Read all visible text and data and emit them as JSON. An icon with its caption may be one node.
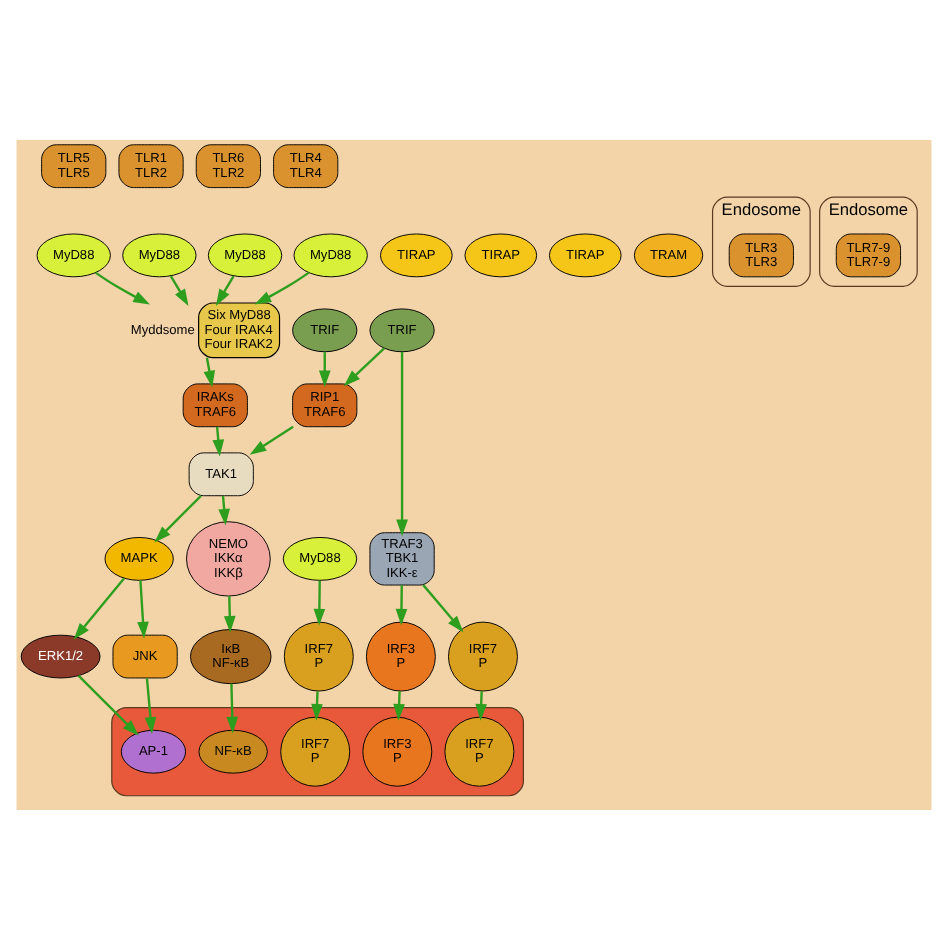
{
  "diagram": {
    "nodes": [
      {
        "text": [
          "TLR5",
          "TLR5"
        ]
      },
      {
        "text": [
          "MyD88"
        ]
      },
      {
        "text": [
          "TLR1",
          "TLR2"
        ]
      },
      {
        "text": [
          "TIRAP"
        ]
      },
      {
        "text": [
          "MyD88"
        ]
      },
      {
        "text": [
          "TLR6",
          "TLR2"
        ]
      },
      {
        "text": [
          "TIRAP"
        ]
      },
      {
        "text": [
          "MyD88"
        ]
      },
      {
        "text": [
          "TIRAP"
        ]
      },
      {
        "text": [
          "TLR4",
          "TLR4"
        ]
      },
      {
        "text": [
          "TRAM"
        ]
      },
      {
        "text": [
          "MyD88"
        ]
      },
      {
        "text": [
          "TRIF"
        ]
      },
      {
        "text": [
          "Six MyD88",
          "Four IRAK4",
          "Four IRAK2"
        ],
        "beside": [
          "Myddsome"
        ]
      },
      {
        "text": [
          "Endosome"
        ]
      },
      {
        "text": [
          "TLR3",
          "TLR3"
        ],
        "in": 14
      },
      {
        "text": [
          "TRIF"
        ]
      },
      {
        "text": [
          "RIP1",
          "TRAF6"
        ]
      },
      {
        "text": [
          "IRAKs",
          "TRAF6"
        ]
      },
      {
        "text": [
          "TAK1"
        ]
      },
      {
        "text": [
          "Endosome"
        ]
      },
      {
        "text": [
          "TLR7-9",
          "TLR7-9"
        ],
        "in": 20
      },
      {
        "text": [
          "MyD88"
        ]
      },
      {
        "text": [
          "MAPK"
        ]
      },
      {
        "text": [
          "NEMO",
          "IKKα",
          "IKKβ"
        ]
      },
      {
        "text": [
          "TRAF3",
          "TBK1",
          "IKK-ε"
        ]
      },
      {
        "text": [
          "IRF7",
          "P"
        ]
      },
      {
        "text": [
          "ERK1/2"
        ]
      },
      {
        "text": [
          "JNK"
        ]
      },
      {
        "text": [
          "IκB",
          "NF-κB"
        ]
      },
      {
        "text": [
          "IRF3",
          "P"
        ]
      },
      {
        "text": [
          "IRF7",
          "P"
        ]
      },
      {
        "text": [],
        "shape": "box"
      },
      {
        "text": [
          "IRF7",
          "P"
        ],
        "in": 32
      },
      {
        "text": [
          "AP-1"
        ],
        "in": 32
      },
      {
        "text": [
          "NF-κB"
        ],
        "in": 32
      },
      {
        "text": [
          "IRF3",
          "P"
        ],
        "in": 32
      },
      {
        "text": [
          "IRF7",
          "P"
        ],
        "in": 32
      }
    ],
    "edges": [
      {
        "from": 1,
        "to": 13,
        "arrow": "to"
      },
      {
        "from": 4,
        "to": 13,
        "arrow": "to"
      },
      {
        "from": 7,
        "to": 13,
        "arrow": "to"
      },
      {
        "from": 11,
        "to": 13,
        "arrow": "to"
      },
      {
        "from": 12,
        "to": 17,
        "arrow": "to"
      },
      {
        "from": 16,
        "to": 17,
        "arrow": "to"
      },
      {
        "from": 16,
        "to": 25,
        "arrow": "to"
      },
      {
        "from": 13,
        "to": 18,
        "arrow": "to"
      },
      {
        "from": 18,
        "to": 19,
        "arrow": "to"
      },
      {
        "from": 17,
        "to": 19,
        "arrow": "to"
      },
      {
        "from": 19,
        "to": 23,
        "arrow": "to"
      },
      {
        "from": 19,
        "to": 24,
        "arrow": "to"
      },
      {
        "from": 23,
        "to": 27,
        "arrow": "to"
      },
      {
        "from": 23,
        "to": 28,
        "arrow": "to"
      },
      {
        "from": 24,
        "to": 29,
        "arrow": "to"
      },
      {
        "from": 22,
        "to": 26,
        "arrow": "to"
      },
      {
        "from": 25,
        "to": 30,
        "arrow": "to"
      },
      {
        "from": 25,
        "to": 31,
        "arrow": "to"
      },
      {
        "from": 26,
        "to": 33,
        "arrow": "to"
      },
      {
        "from": 27,
        "to": 34,
        "arrow": "to"
      },
      {
        "from": 28,
        "to": 34,
        "arrow": "to"
      },
      {
        "from": 29,
        "to": 35,
        "arrow": "to"
      },
      {
        "from": 30,
        "to": 36,
        "arrow": "to"
      },
      {
        "from": 31,
        "to": 37,
        "arrow": "to"
      }
    ]
  }
}
